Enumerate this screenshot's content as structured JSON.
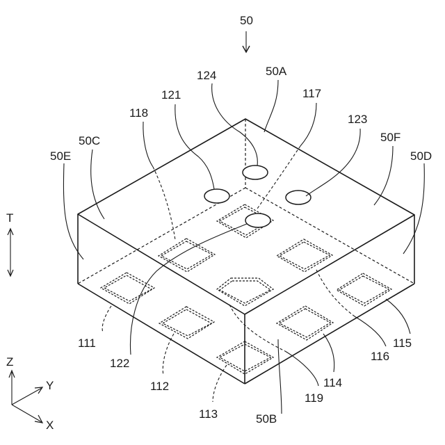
{
  "figure": {
    "ref_main": "50",
    "labels": {
      "top_face": "50A",
      "bottom_face": "50B",
      "side_c": "50C",
      "side_d": "50D",
      "side_e": "50E",
      "side_f": "50F",
      "pad_111": "111",
      "pad_112": "112",
      "pad_113": "113",
      "pad_114": "114",
      "pad_115": "115",
      "pad_116": "116",
      "pad_117": "117",
      "pad_118": "118",
      "pad_119": "119",
      "via_121": "121",
      "via_122": "122",
      "via_123": "123",
      "via_124": "124"
    },
    "t_axis_label": "T",
    "axes": {
      "z": "Z",
      "y": "Y",
      "x": "X"
    }
  }
}
